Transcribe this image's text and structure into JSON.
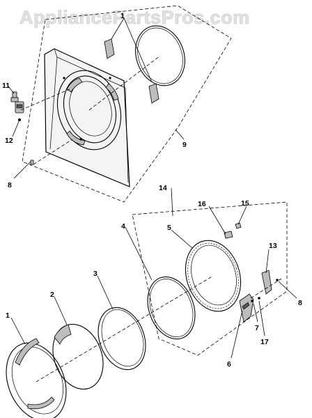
{
  "watermark": "AppliancePartsPros.com",
  "callouts": {
    "c1_top": "1",
    "c11": "11",
    "c12": "12",
    "c8_top": "8",
    "c9": "9",
    "c14": "14",
    "c16": "16",
    "c15": "15",
    "c5": "5",
    "c13": "13",
    "c4": "4",
    "c3": "3",
    "c2": "2",
    "c1_bottom": "1",
    "c8_right": "8",
    "c7": "7",
    "c17": "17",
    "c6": "6"
  }
}
